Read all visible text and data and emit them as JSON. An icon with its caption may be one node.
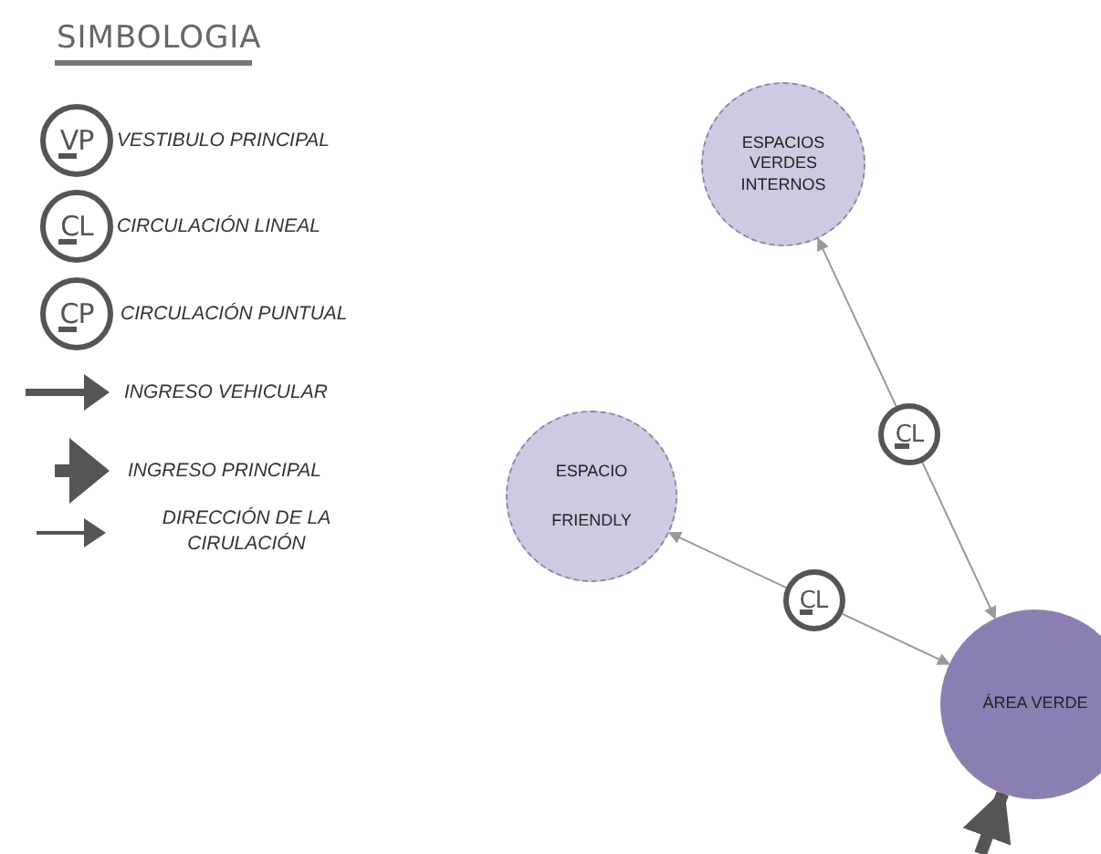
{
  "diagram": {
    "nodes": [
      {
        "text": [
          "ESPACIOS VERDES INTERNOS"
        ]
      },
      {
        "text": [
          "ESPACIO",
          "FRIENDLY"
        ]
      },
      {
        "text": [
          "ÁREA VERDE"
        ]
      }
    ],
    "edges": [
      {
        "from": 0,
        "to": 2,
        "arrow": "both",
        "label": "CL"
      },
      {
        "from": 1,
        "to": 2,
        "arrow": "both",
        "label": "CL"
      },
      {
        "from": null,
        "to": 2,
        "arrow": "to",
        "style": "thick"
      }
    ],
    "labels": [
      "SIMBOLOGIA",
      "VP",
      "CL",
      "CP"
    ],
    "legend": [
      {
        "text": "VESTIBULO PRINCIPAL"
      },
      {
        "text": "CIRCULACIÓN LINEAL"
      },
      {
        "text": "CIRCULACIÓN PUNTUAL"
      },
      {
        "text": "INGRESO VEHICULAR"
      },
      {
        "text": "INGRESO PRINCIPAL"
      },
      {
        "text": "DIRECCIÓN DE LA CIRULACIÓN"
      }
    ]
  }
}
